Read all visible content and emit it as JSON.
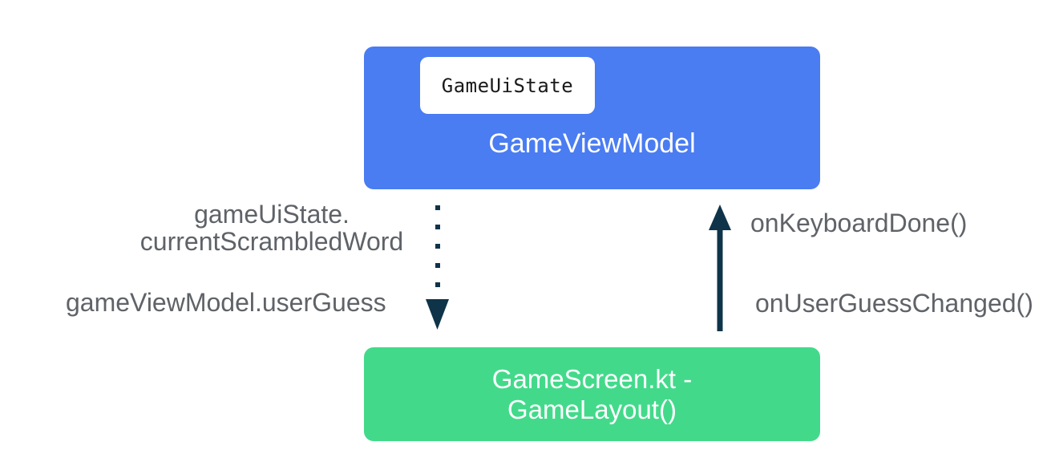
{
  "viewmodel_box": {
    "chip_label": "GameUiState",
    "title": "GameViewModel"
  },
  "screen_box": {
    "title_line1": "GameScreen.kt -",
    "title_line2": "GameLayout()"
  },
  "edges": {
    "state_flow": {
      "direction": "down",
      "style": "dotted",
      "label_line1": "gameUiState.",
      "label_line2": "currentScrambledWord",
      "label_bottom": "gameViewModel.userGuess"
    },
    "event_flow": {
      "direction": "up",
      "style": "solid",
      "label_top": "onKeyboardDone()",
      "label_bottom": "onUserGuessChanged()"
    }
  },
  "colors": {
    "blue": "#4A7CF2",
    "green": "#42DA8A",
    "navy": "#0F3449",
    "grey": "#5F6368",
    "chip_bg": "#FFFFFF"
  }
}
